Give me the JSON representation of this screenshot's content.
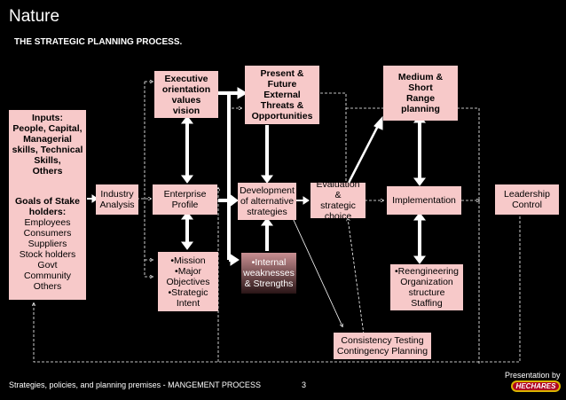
{
  "slide": {
    "title": "Nature",
    "subtitle": "THE STRATEGIC PLANNING PROCESS.",
    "footer": "Strategies, policies, and planning premises - MANGEMENT PROCESS",
    "page_number": "3",
    "presentation_by": "Presentation by",
    "logo_text": "HECHARES"
  },
  "boxes": {
    "inputs": "Inputs:\nPeople, Capital,\nManagerial\nskills, Technical\nSkills,\nOthers",
    "goals_title": "Goals of Stake\nholders:",
    "goals_list": "Employees\nConsumers\nSuppliers\nStock holders\nGovt\nCommunity\nOthers",
    "industry_analysis": "Industry\nAnalysis",
    "executive_orientation": "Executive\norientation\nvalues\nvision",
    "enterprise_profile": "Enterprise\nProfile",
    "mission": "•Mission\n•Major\nObjectives\n•Strategic\nIntent",
    "present_future": "Present &\nFuture\nExternal\nThreats &\nOpportunities",
    "development": "Development\nof alternative\nstrategies",
    "internal": "•Internal\nweaknesses\n& Strengths",
    "evaluation": "Evaluation &\nstrategic\nchoice",
    "medium_short": "Medium &\nShort\nRange\nplanning",
    "implementation": "Implementation",
    "reengineering": "•Reengineering\nOrganization\nstructure Staffing",
    "consistency": "Consistency Testing\nContingency Planning",
    "leadership": "Leadership\nControl"
  }
}
